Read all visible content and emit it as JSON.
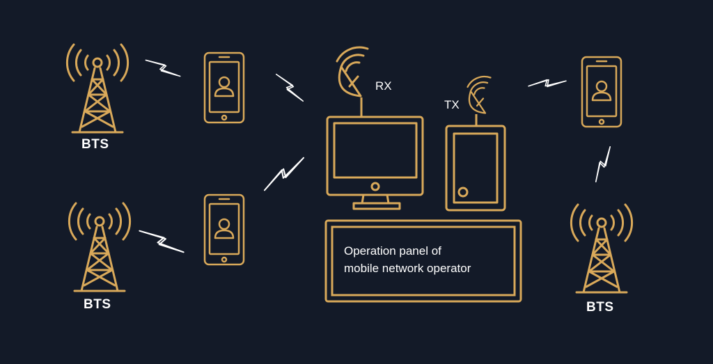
{
  "labels": {
    "bts_top_left": "BTS",
    "bts_bottom_left": "BTS",
    "bts_right": "BTS",
    "rx": "RX",
    "tx": "TX"
  },
  "panel": {
    "line1": "Operation panel of",
    "line2": "mobile network operator"
  },
  "colors": {
    "background": "#131a28",
    "gold": "#d9a95a",
    "white": "#ffffff"
  },
  "icons": [
    "tower-icon",
    "smartphone-icon",
    "satellite-dish-icon",
    "monitor-icon",
    "tablet-icon",
    "lightning-icon"
  ]
}
